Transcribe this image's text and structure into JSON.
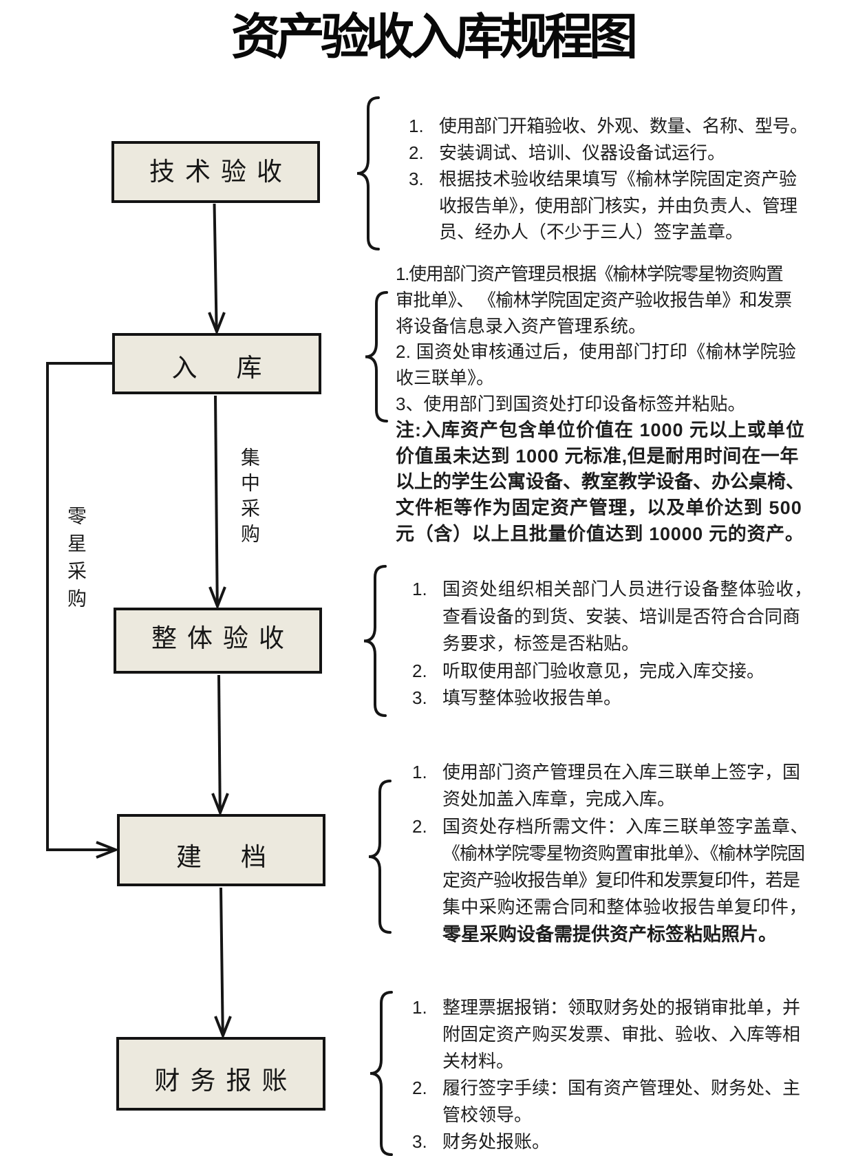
{
  "title": "资产验收入库规程图",
  "colors": {
    "background": "#ffffff",
    "box_fill": "#ece9de",
    "box_border": "#131313",
    "line": "#151515",
    "text": "#1d1d1d"
  },
  "flow": {
    "boxes": [
      {
        "label": "技术验收"
      },
      {
        "label": "入库"
      },
      {
        "label": "整体验收"
      },
      {
        "label": "建档"
      },
      {
        "label": "财务报账"
      }
    ],
    "edge_labels": {
      "left": "零星采购",
      "center": "集中采购"
    }
  },
  "notes": {
    "tech": {
      "lines": [
        {
          "n": "1.",
          "t": "使用部门开箱验收、外观、数量、名称、型号。"
        },
        {
          "n": "2.",
          "t": "安装调试、培训、仪器设备试运行。"
        },
        {
          "n": "3.",
          "t": "根据技术验收结果填写《榆林学院固定资产验"
        },
        {
          "n": "",
          "t": "收报告单》，使用部门核实，并由负责人、管理"
        },
        {
          "n": "",
          "t": "员、经办人（不少于三人）签字盖章。"
        }
      ]
    },
    "ruku": {
      "lines": [
        {
          "t": "1.使用部门资产管理员根据《榆林学院零星物资购置"
        },
        {
          "t": "审批单》、 《榆林学院固定资产验收报告单》和发票"
        },
        {
          "t": "将设备信息录入资产管理系统。"
        },
        {
          "t": "2. 国资处审核通过后，使用部门打印《榆林学院验"
        },
        {
          "t": "收三联单》。"
        },
        {
          "t": "3、使用部门到国资处打印设备标签并粘贴。"
        },
        {
          "t": "注:入库资产包含单位价值在 1000 元以上或单位"
        },
        {
          "t": "价值虽未达到 1000 元标准,但是耐用时间在一年"
        },
        {
          "t": "以上的学生公寓设备、教室教学设备、办公桌椅、"
        },
        {
          "t": "文件柜等作为固定资产管理，以及单价达到 500"
        },
        {
          "t": "元（含）以上且批量价值达到 10000 元的资产。"
        }
      ]
    },
    "zhengti": {
      "lines": [
        {
          "n": "1.",
          "t": "国资处组织相关部门人员进行设备整体验收，"
        },
        {
          "n": "",
          "t": "查看设备的到货、安装、培训是否符合合同商"
        },
        {
          "n": "",
          "t": "务要求，标签是否粘贴。"
        },
        {
          "n": "2.",
          "t": "听取使用部门验收意见，完成入库交接。"
        },
        {
          "n": "3.",
          "t": "填写整体验收报告单。"
        }
      ]
    },
    "jiandang": {
      "lines": [
        {
          "n": "1.",
          "t": "使用部门资产管理员在入库三联单上签字，国"
        },
        {
          "n": "",
          "t": "资处加盖入库章，完成入库。"
        },
        {
          "n": "2.",
          "t": "国资处存档所需文件：入库三联单签字盖章、"
        },
        {
          "n": "",
          "t": "《榆林学院零星物资购置审批单》、《榆林学院固"
        },
        {
          "n": "",
          "t": "定资产验收报告单》复印件和发票复印件，若是"
        },
        {
          "n": "",
          "t": "集中采购还需合同和整体验收报告单复印件，"
        },
        {
          "n": "",
          "t": "零星采购设备需提供资产标签粘贴照片。"
        }
      ]
    },
    "caiwu": {
      "lines": [
        {
          "n": "1.",
          "t": "整理票据报销：领取财务处的报销审批单，并"
        },
        {
          "n": "",
          "t": "附固定资产购买发票、审批、验收、入库等相"
        },
        {
          "n": "",
          "t": "关材料。"
        },
        {
          "n": "2.",
          "t": "履行签字手续：国有资产管理处、财务处、主"
        },
        {
          "n": "",
          "t": "管校领导。"
        },
        {
          "n": "3.",
          "t": "财务处报账。"
        }
      ]
    }
  }
}
